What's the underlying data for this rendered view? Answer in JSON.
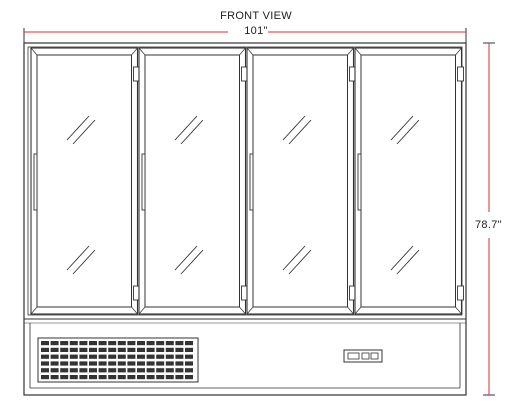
{
  "diagram": {
    "view_title": "FRONT VIEW",
    "width_dimension": "101\"",
    "height_dimension": "78.7\"",
    "door_count": 4,
    "colors": {
      "outline": "#333333",
      "dimension_line": "#d23030",
      "text": "#222222"
    }
  }
}
